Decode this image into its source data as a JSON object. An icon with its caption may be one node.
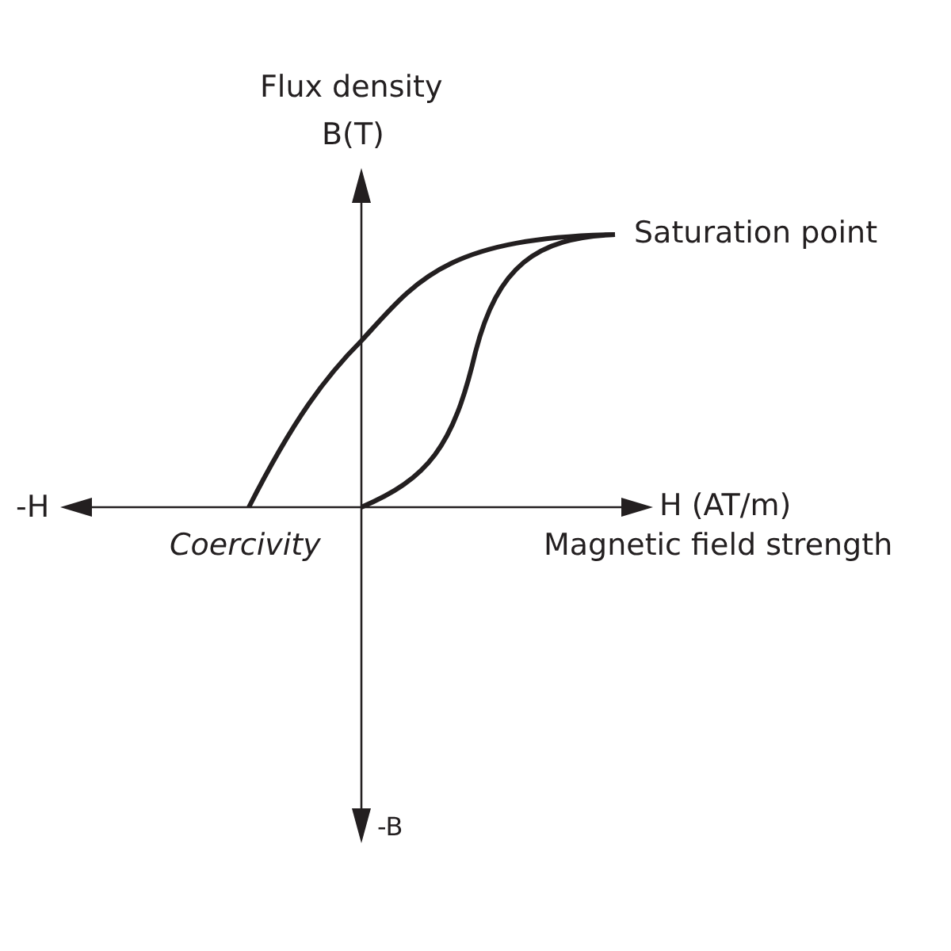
{
  "diagram": {
    "labels": [
      "Flux density",
      "B(T)",
      "Saturation point",
      "-H",
      "H (AT/m)",
      "Coercivity",
      "Magnetic field strength",
      "-B"
    ]
  }
}
